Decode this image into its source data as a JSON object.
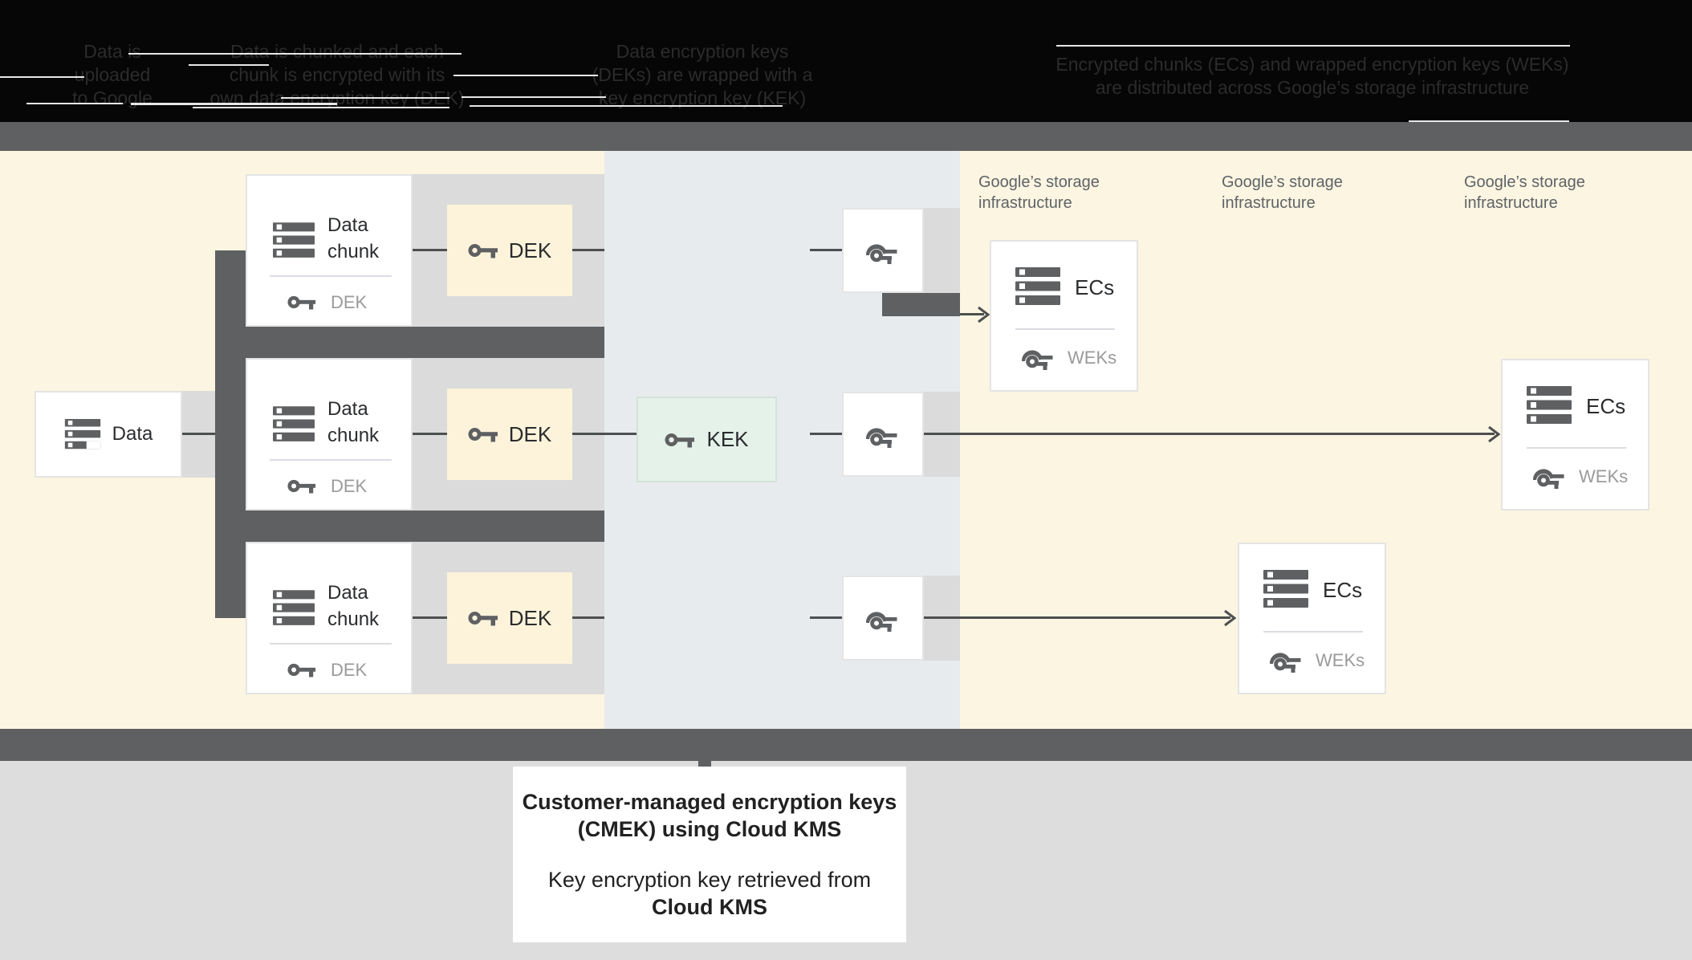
{
  "colors": {
    "cream": "#FBF5E1",
    "blue": "#E8EBED",
    "band": "#DBDBDB",
    "dark": "#5E6062",
    "dek_fill": "#FDF3DB",
    "kek_fill": "#E4F2EA",
    "kek_border": "#D3E2DA",
    "line": "#4D4F50",
    "ink": "#2A2C2E",
    "muted": "#9A9A9A",
    "label": "#5F6368",
    "header_ink": "#2B2B2B",
    "bottom": "#DDDDDD"
  },
  "header": {
    "steps": [
      {
        "lines": [
          "Data is",
          "uploaded",
          "to Google"
        ]
      },
      {
        "lines": [
          "Data is chunked and each",
          "chunk is encrypted with its",
          "own data encryption key (DEK)"
        ]
      },
      {
        "lines": [
          "Data encryption keys",
          "(DEKs) are wrapped with a",
          "key encryption key (KEK)"
        ]
      },
      {
        "lines": [
          "Encrypted chunks (ECs) and wrapped encryption keys (WEKs)",
          "are distributed across Google’s storage infrastructure"
        ]
      }
    ]
  },
  "diagram": {
    "data_box": {
      "label": "Data"
    },
    "chunks": [
      {
        "title_lines": [
          "Data",
          "chunk"
        ],
        "key_label": "DEK"
      },
      {
        "title_lines": [
          "Data",
          "chunk"
        ],
        "key_label": "DEK"
      },
      {
        "title_lines": [
          "Data",
          "chunk"
        ],
        "key_label": "DEK"
      }
    ],
    "dek_boxes": [
      {
        "label": "DEK"
      },
      {
        "label": "DEK"
      },
      {
        "label": "DEK"
      }
    ],
    "kek_box": {
      "label": "KEK"
    },
    "storage_labels": [
      {
        "lines": [
          "Google’s storage",
          "infrastructure"
        ]
      },
      {
        "lines": [
          "Google’s storage",
          "infrastructure"
        ]
      },
      {
        "lines": [
          "Google’s storage",
          "infrastructure"
        ]
      }
    ],
    "ecs_boxes": [
      {
        "label": "ECs",
        "key_label": "WEKs"
      },
      {
        "label": "ECs",
        "key_label": "WEKs"
      },
      {
        "label": "ECs",
        "key_label": "WEKs"
      }
    ]
  },
  "caption": {
    "title_lines": [
      "Customer-managed encryption keys",
      "(CMEK) using Cloud KMS"
    ],
    "subtitle_lines": [
      "Key encryption key retrieved from",
      "Cloud KMS"
    ]
  }
}
